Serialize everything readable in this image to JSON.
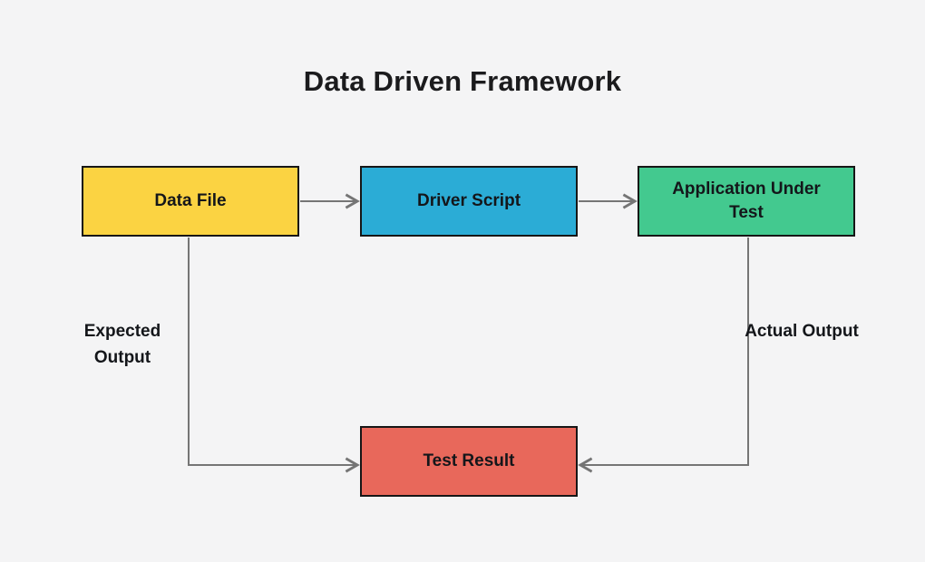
{
  "title": "Data Driven Framework",
  "colors": {
    "background": "#f4f4f5",
    "connector": "#757575",
    "node_border": "#161616",
    "node_text": "#14161a",
    "title_text": "#1b1b1d",
    "data_file_fill": "#fbd342",
    "driver_script_fill": "#2bacd6",
    "application_under_test_fill": "#43c98f",
    "test_result_fill": "#e8685b"
  },
  "nodes": [
    {
      "id": "data-file",
      "label": "Data File",
      "fill": "#fbd342"
    },
    {
      "id": "driver-script",
      "label": "Driver Script",
      "fill": "#2bacd6"
    },
    {
      "id": "application-under-test",
      "label": "Application Under Test",
      "fill": "#43c98f"
    },
    {
      "id": "test-result",
      "label": "Test Result",
      "fill": "#e8685b"
    }
  ],
  "edges": [
    {
      "from": "data-file",
      "to": "driver-script",
      "label": ""
    },
    {
      "from": "driver-script",
      "to": "application-under-test",
      "label": ""
    },
    {
      "from": "data-file",
      "to": "test-result",
      "label": "Expected Output"
    },
    {
      "from": "application-under-test",
      "to": "test-result",
      "label": "Actual Output"
    }
  ],
  "edge_labels": [
    {
      "id": "expected-output",
      "label": "Expected Output"
    },
    {
      "id": "actual-output",
      "label": "Actual Output"
    }
  ]
}
